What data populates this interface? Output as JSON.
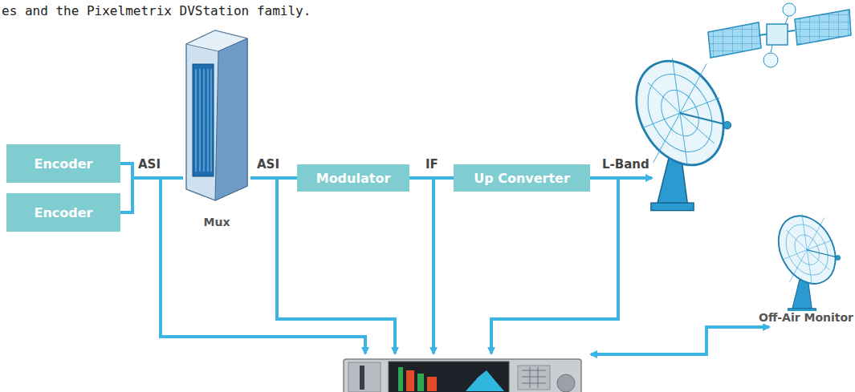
{
  "diagram": {
    "nodes": [
      {
        "text": [
          "Encoder"
        ]
      },
      {
        "text": [
          "Encoder"
        ]
      },
      {
        "text": [
          "Mux"
        ]
      },
      {
        "text": [
          "Modulator"
        ]
      },
      {
        "text": [
          "Up Converter"
        ]
      },
      {
        "text": [
          "Off-Air Monitor"
        ]
      }
    ],
    "edges": [
      {
        "from": 0,
        "to": 2,
        "arrow": "none"
      },
      {
        "from": 1,
        "to": 2,
        "arrow": "none"
      },
      {
        "from": 2,
        "to": 3,
        "arrow": "none"
      },
      {
        "from": 3,
        "to": 4,
        "arrow": "none"
      }
    ],
    "labels": [
      "es and the Pixelmetrix DVStation family.",
      "ASI",
      "ASI",
      "IF",
      "L-Band"
    ]
  }
}
